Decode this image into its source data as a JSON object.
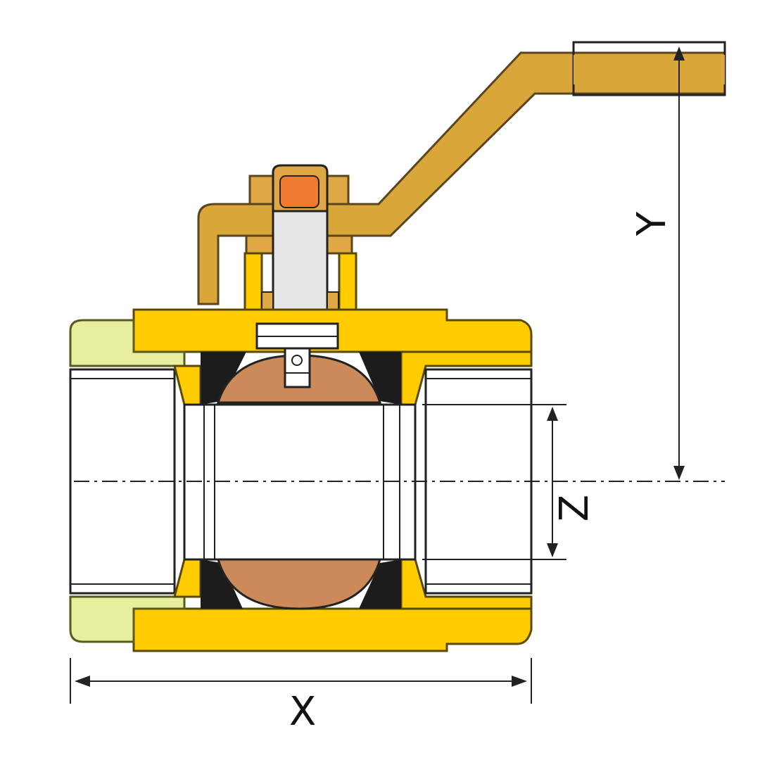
{
  "diagram": {
    "type": "ball valve cross-section with dimensions",
    "dimensions": [
      {
        "id": "x",
        "label": "X"
      },
      {
        "id": "y",
        "label": "Y"
      },
      {
        "id": "z",
        "label": "Z"
      }
    ]
  },
  "colors": {
    "body": "#FFCC00",
    "body_dark": "#E5B300",
    "lever": "#D9A63A",
    "nut": "#DFA845",
    "ball": "#CC8A5A",
    "stem_cap": "#F07A30",
    "stem": "#E6E6E6",
    "end_piece": "#E7EF9E",
    "seal": "#1C1C1C",
    "line": "#222222"
  }
}
